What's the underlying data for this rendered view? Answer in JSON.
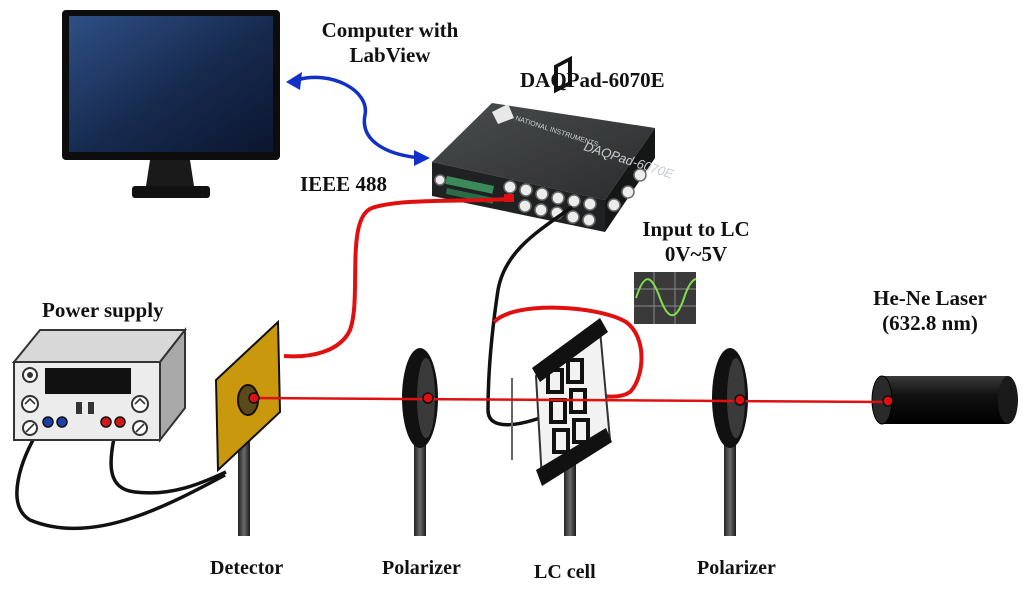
{
  "labels": {
    "computer_line1": "Computer with",
    "computer_line2": "LabView",
    "daq": "DAQPad-6070E",
    "ieee": "IEEE 488",
    "input_line1": "Input to LC",
    "input_line2": "0V~5V",
    "power": "Power supply",
    "laser_line1": "He-Ne Laser",
    "laser_line2": "(632.8 nm)",
    "detector": "Detector",
    "polarizer_left": "Polarizer",
    "lc_cell": "LC cell",
    "polarizer_right": "Polarizer"
  },
  "device_texts": {
    "daq_panel_text": "DAQPad-6070E",
    "daq_brand_text": "NATIONAL INSTRUMENTS"
  },
  "colors": {
    "laser_beam": "#e01010",
    "signal_cable": "#e01010",
    "ground_cable": "#111111",
    "link_arrow": "#1030c8",
    "detector_plate": "#c9980c"
  }
}
